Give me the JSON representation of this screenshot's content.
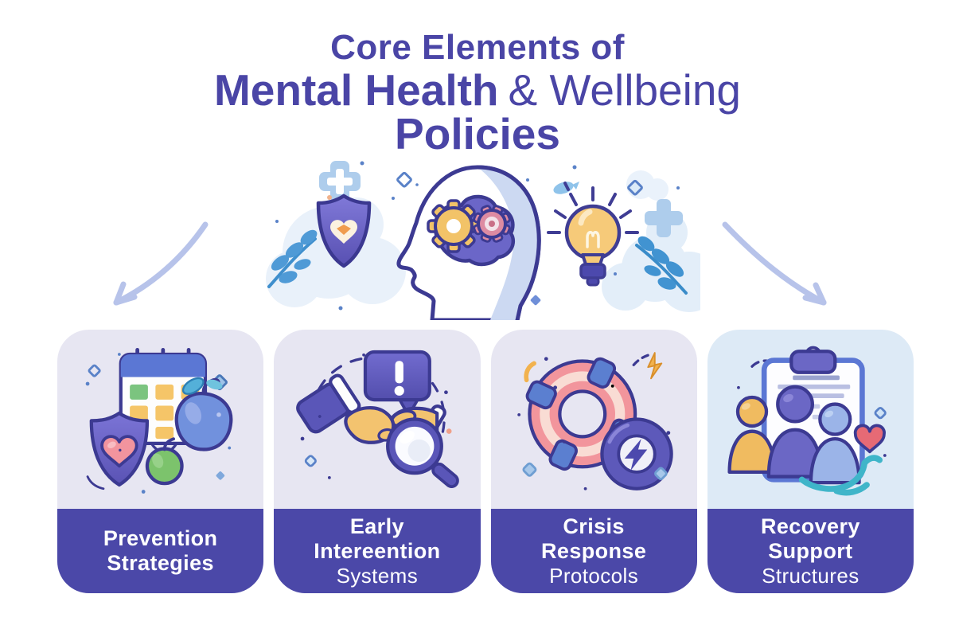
{
  "title": {
    "line1": "Core Elements of",
    "line2_strong": "Mental Health",
    "line2_light": "& Wellbeing",
    "line3": "Policies"
  },
  "hero": {
    "illustration": "mental-health-concept",
    "icons": [
      "shield-heart-icon",
      "head-profile-icon",
      "brain-gears-icon",
      "lightbulb-icon",
      "plus-sign-icon",
      "leaf-branch-icon",
      "cloud-icon",
      "sparkle-icon",
      "fish-icon"
    ],
    "arrows": [
      "curved-arrow-down-left",
      "curved-arrow-down-right"
    ]
  },
  "cards": [
    {
      "name": "prevention-strategies",
      "lines": [
        "Prevention",
        "Strategies"
      ],
      "icons": [
        "calendar-icon",
        "blue-apple-icon",
        "green-apple-icon",
        "shield-heart-icon"
      ]
    },
    {
      "name": "early-intervention-systems",
      "lines": [
        "Early",
        "Intereention",
        "Systems"
      ],
      "icons": [
        "alert-speech-bubble-icon",
        "handshake-icon",
        "magnifier-icon"
      ]
    },
    {
      "name": "crisis-response-protocols",
      "lines": [
        "Crisis",
        "Response",
        "Protocols"
      ],
      "icons": [
        "lifebuoy-icon",
        "lightning-badge-icon",
        "spark-icon"
      ]
    },
    {
      "name": "recovery-support-structures",
      "lines": [
        "Recovery",
        "Support",
        "Structures"
      ],
      "icons": [
        "clipboard-icon",
        "person-icon",
        "person-icon",
        "person-icon",
        "heart-icon",
        "wave-icon"
      ]
    }
  ],
  "colors": {
    "background": "#ffffff",
    "title_text": "#4a45a6",
    "card_panel": "#e7e6f2",
    "card_panel_alt": "#ddeaf6",
    "card_footer": "#4b48a8",
    "card_footer_text": "#ffffff",
    "arrow": "#b7c3ea",
    "outline_ink": "#3c3a92"
  }
}
